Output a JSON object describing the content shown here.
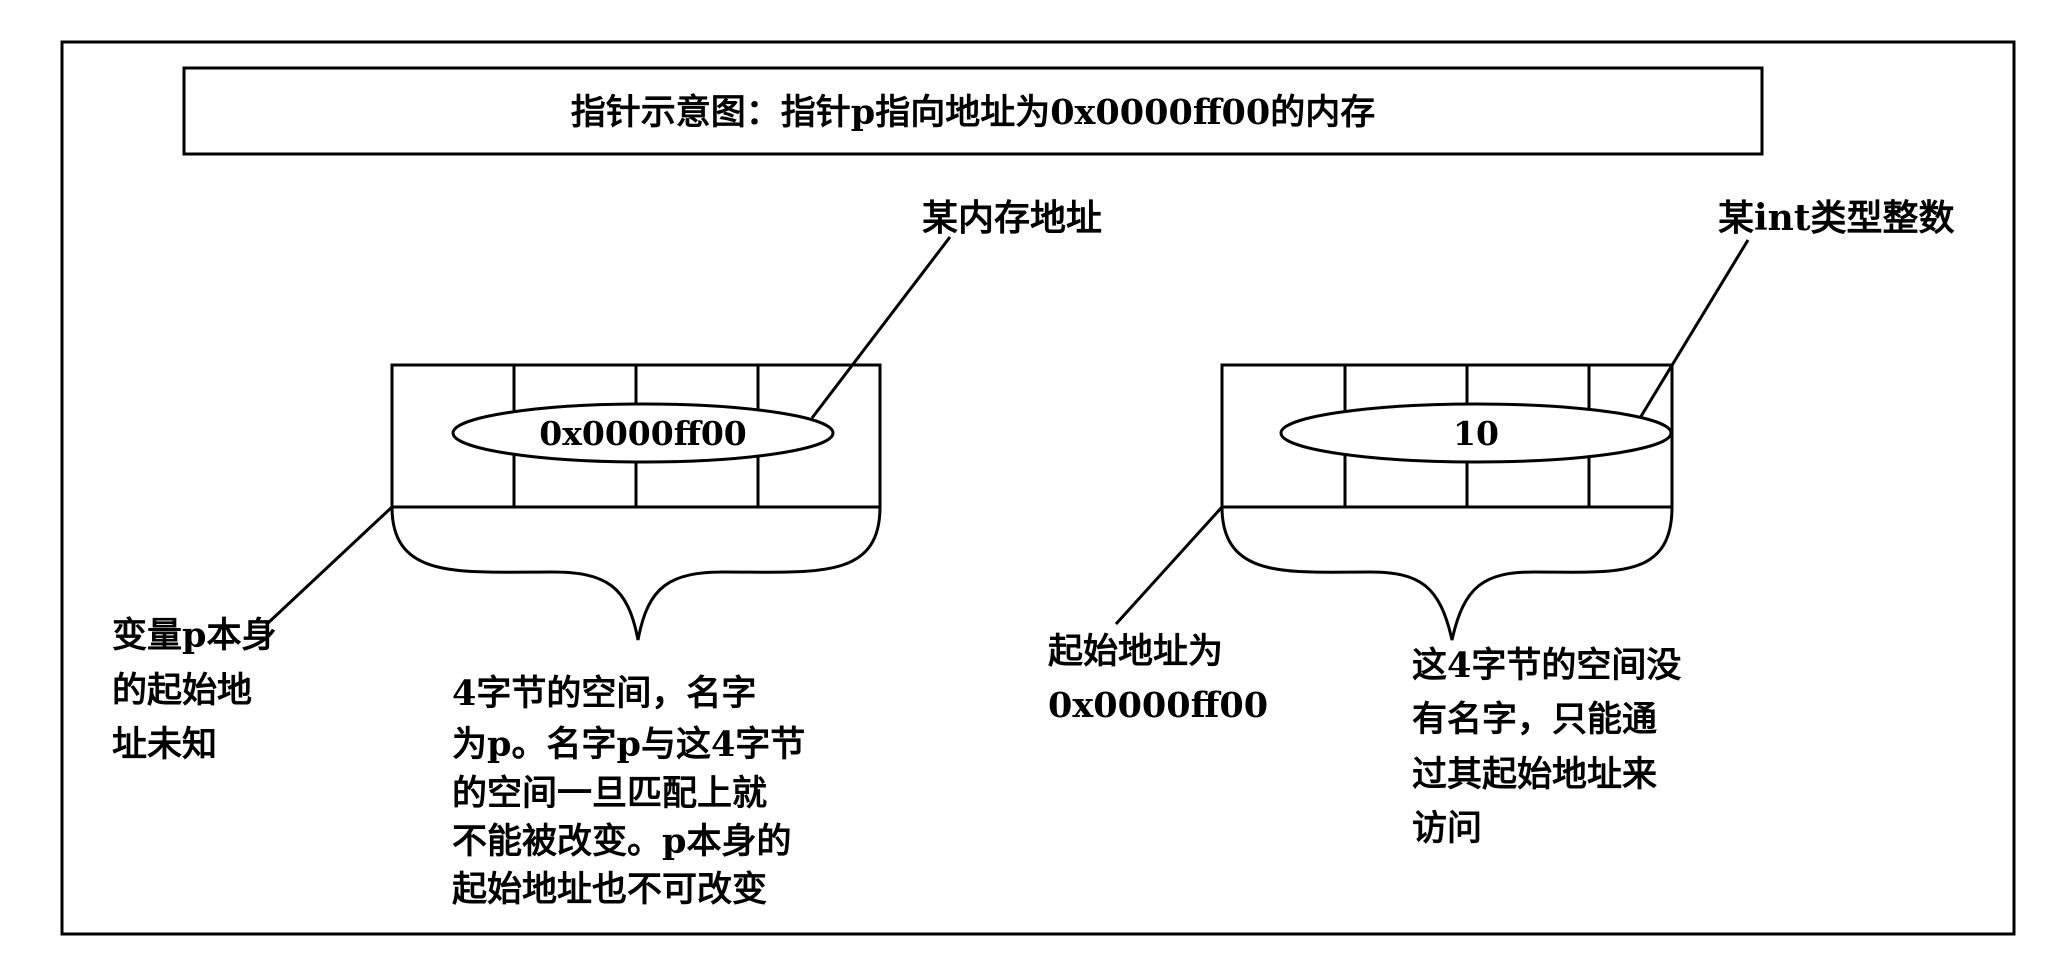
{
  "title": "指针示意图：指针p指向地址为0x0000ff00的内存",
  "pointer_block": {
    "value": "0x0000ff00",
    "value_callout": "某内存地址",
    "start_address_note": [
      "变量p本身",
      "的起始地",
      "址未知"
    ],
    "space_note": [
      "4字节的空间，名字",
      "为p。名字p与这4字节",
      "的空间一旦匹配上就",
      "不能被改变。p本身的",
      "起始地址也不可改变"
    ]
  },
  "target_block": {
    "value": "10",
    "value_callout": "某int类型整数",
    "start_address_note": [
      "起始地址为",
      "0x0000ff00"
    ],
    "space_note": [
      "这4字节的空间没",
      "有名字，只能通",
      "过其起始地址来",
      "访问"
    ]
  }
}
